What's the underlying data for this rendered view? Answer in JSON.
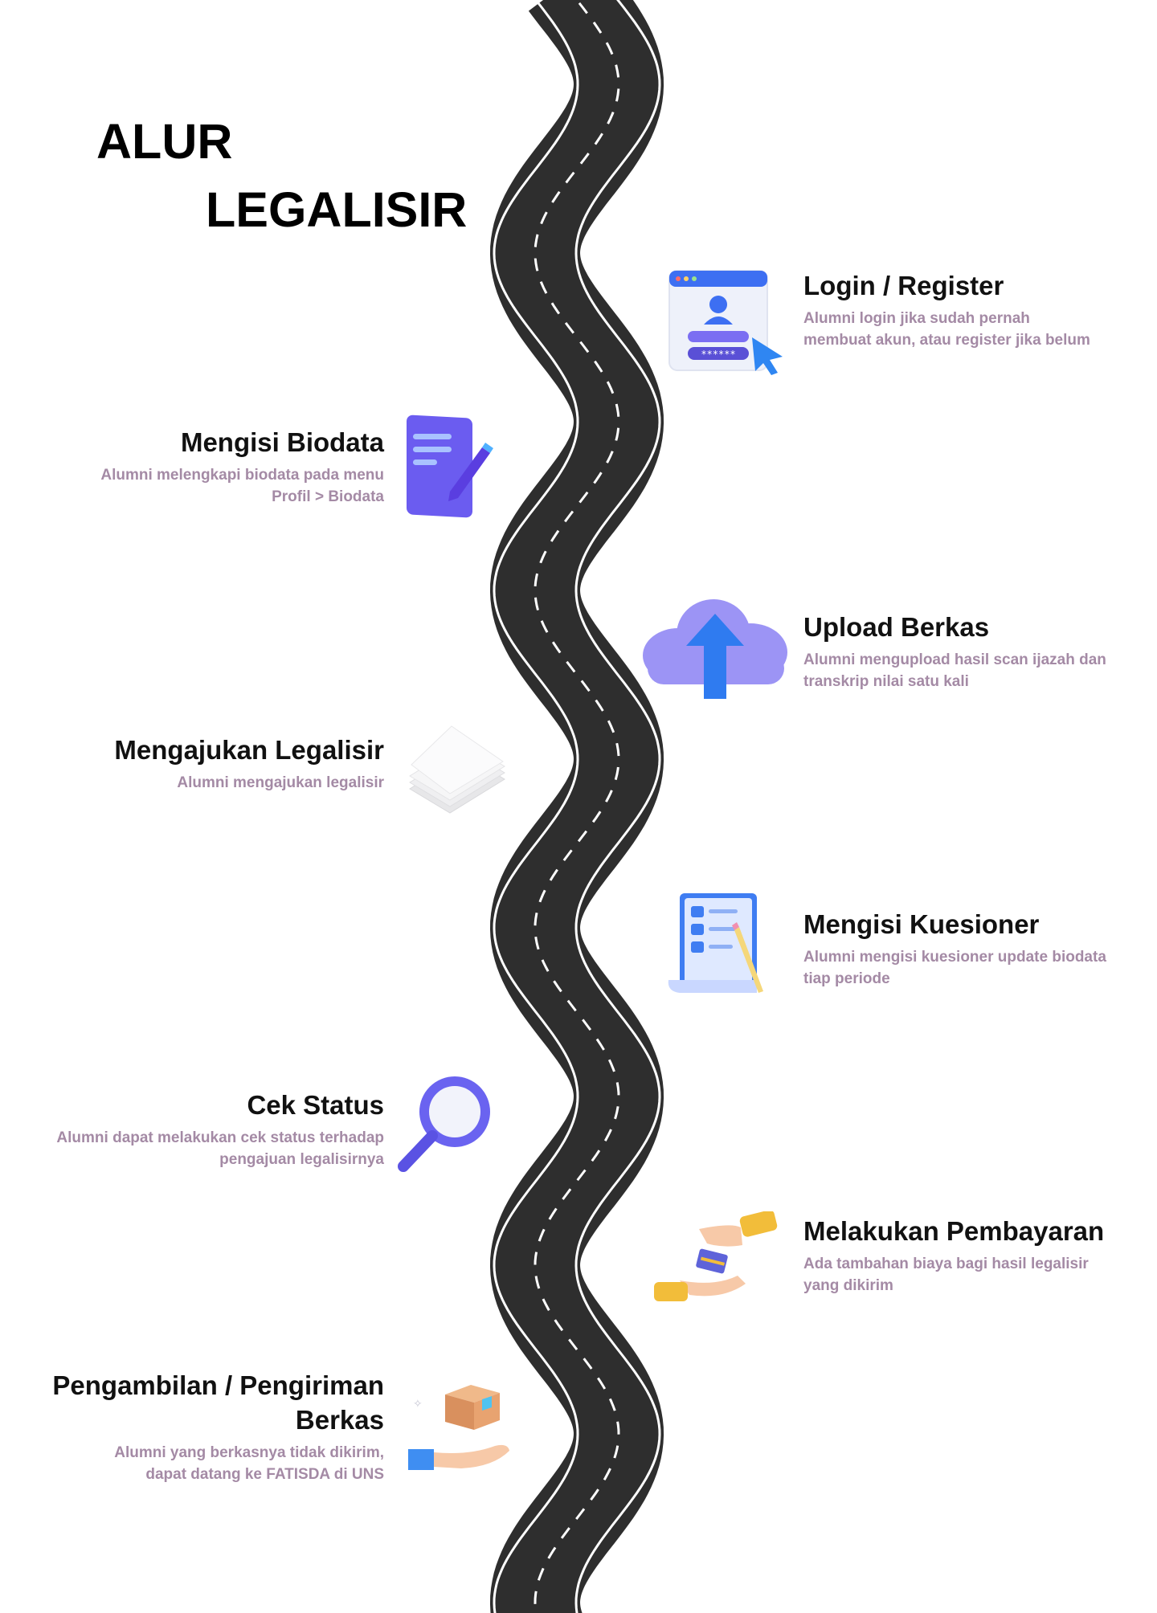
{
  "title": {
    "line1": "ALUR",
    "line2": "LEGALISIR"
  },
  "steps": [
    {
      "title": "Login / Register",
      "desc1": "Alumni login jika sudah pernah",
      "desc2": "membuat akun, atau register jika belum",
      "icon": "login-window-icon"
    },
    {
      "title": "Mengisi Biodata",
      "desc1": "Alumni melengkapi biodata pada menu",
      "desc2": "Profil > Biodata",
      "icon": "document-pen-icon"
    },
    {
      "title": "Upload Berkas",
      "desc1": "Alumni mengupload hasil scan ijazah dan",
      "desc2": "transkrip nilai satu kali",
      "icon": "cloud-upload-icon"
    },
    {
      "title": "Mengajukan Legalisir",
      "desc1": "Alumni mengajukan legalisir",
      "desc2": "",
      "icon": "paper-stack-icon"
    },
    {
      "title": "Mengisi Kuesioner",
      "desc1": "Alumni mengisi kuesioner update biodata",
      "desc2": "tiap periode",
      "icon": "checklist-pencil-icon"
    },
    {
      "title": "Cek Status",
      "desc1": "Alumni dapat melakukan cek status terhadap",
      "desc2": "pengajuan legalisirnya",
      "icon": "magnifier-icon"
    },
    {
      "title": "Melakukan Pembayaran",
      "desc1": "Ada tambahan biaya bagi hasil legalisir",
      "desc2": "yang dikirim",
      "icon": "card-payment-icon"
    },
    {
      "title1": "Pengambilan / Pengiriman",
      "title2": "Berkas",
      "desc1": "Alumni yang berkasnya tidak dikirim,",
      "desc2": "dapat datang ke FATISDA di UNS",
      "icon": "package-hand-icon"
    }
  ],
  "colors": {
    "road": "#333333",
    "road_edge": "#ffffff",
    "title": "#000000",
    "desc": "#a48aa5",
    "accent_blue": "#3b6ef0",
    "accent_purple": "#8b83f2"
  }
}
